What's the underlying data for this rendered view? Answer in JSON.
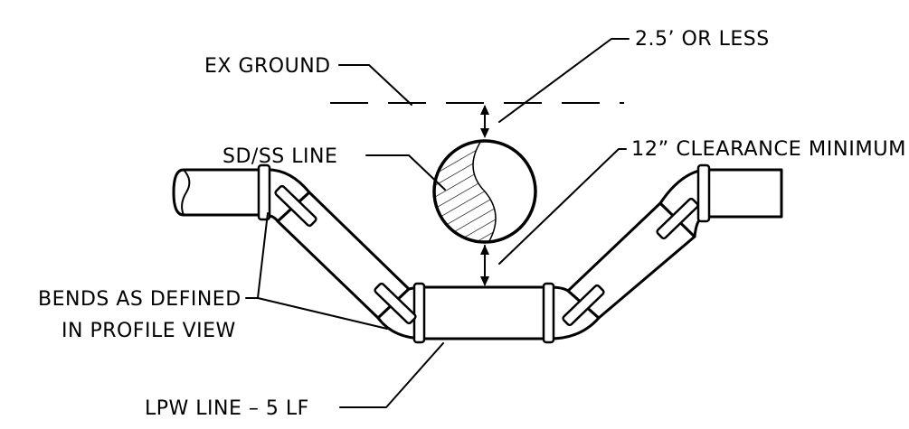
{
  "labels": {
    "ex_ground": "EX GROUND",
    "clearance_top": "2.5’ OR LESS",
    "sd_ss_line": "SD/SS LINE",
    "clearance_min": "12” CLEARANCE MINIMUM",
    "bends_line1": "BENDS AS DEFINED",
    "bends_line2": "IN PROFILE VIEW",
    "lpw_line": "LPW LINE – 5 LF"
  },
  "colors": {
    "ink": "#000000",
    "background": "#ffffff"
  }
}
